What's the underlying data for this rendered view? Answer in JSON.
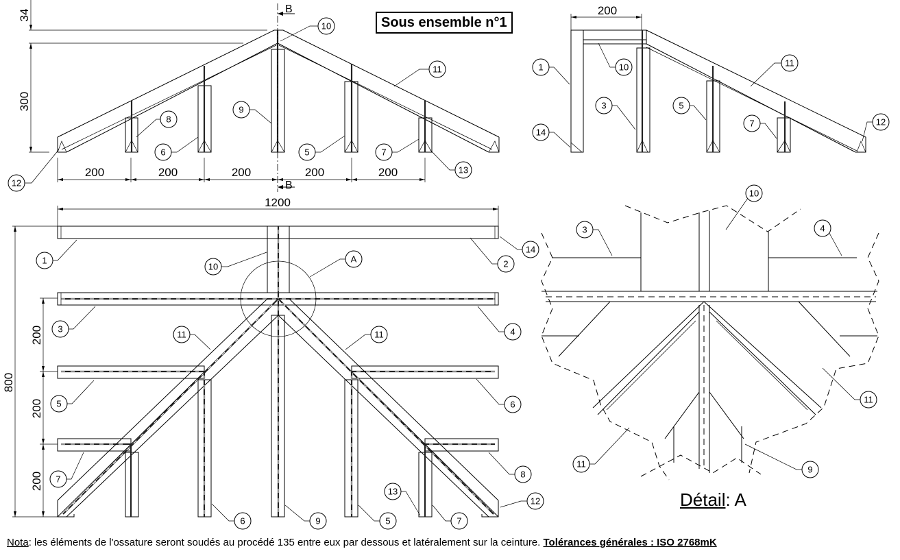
{
  "drawing": {
    "title": "Sous ensemble n°1",
    "section_marker": "B",
    "detail": {
      "label": "Détail",
      "separator": ": ",
      "id": "A"
    },
    "note": {
      "label": "Nota",
      "text": ": les éléments de l'ossature seront soudés au procédé 135 entre eux par dessous et latéralement sur la ceinture. ",
      "tolerance": "Tolérances générales : ISO 2768mK"
    }
  },
  "views": {
    "front": {
      "dims": {
        "height_top": "34",
        "height": "300",
        "spacings": [
          "200",
          "200",
          "200",
          "200",
          "200"
        ]
      },
      "callouts": [
        "10",
        "11",
        "8",
        "9",
        "6",
        "12",
        "5",
        "7",
        "13"
      ]
    },
    "side": {
      "dims": {
        "width": "200"
      },
      "callouts": [
        "1",
        "10",
        "11",
        "3",
        "5",
        "7",
        "14",
        "12"
      ]
    },
    "plan": {
      "dims": {
        "width": "1200",
        "height": "800",
        "spacings": [
          "200",
          "200",
          "200"
        ]
      },
      "callouts": [
        "1",
        "2",
        "14",
        "10",
        "A",
        "3",
        "4",
        "11",
        "11",
        "5",
        "6",
        "7",
        "8",
        "6",
        "9",
        "5",
        "13",
        "7",
        "12"
      ]
    },
    "detail_a": {
      "callouts": [
        "3",
        "10",
        "4",
        "11",
        "11",
        "9"
      ]
    }
  }
}
